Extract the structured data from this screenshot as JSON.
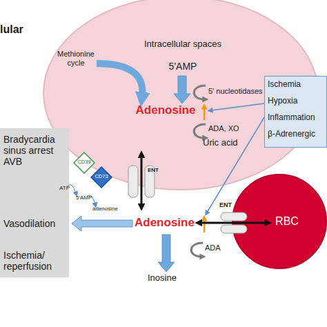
{
  "diagram": {
    "nodes": [
      {
        "text": [
          "Intracellular spaces",
          "Methionine cycle",
          "5'AMP",
          "5' nucleotidases",
          "Adenosine",
          "ADA, XO",
          "Uric acid"
        ]
      },
      {
        "text": [
          "Ischemia",
          "Hypoxia",
          "Inflammation",
          "β-Adrenergic"
        ]
      },
      {
        "text": [
          "Bradycardia sinus arrest AVB",
          "Vasodilation",
          "Ischemia/ reperfusion"
        ]
      },
      {
        "text": [
          "CD39"
        ]
      },
      {
        "text": [
          "CD73"
        ]
      },
      {
        "text": [
          "ENT"
        ]
      },
      {
        "text": [
          "RBC"
        ]
      },
      {
        "text": [
          "ENT"
        ]
      }
    ],
    "labels": [
      "lular",
      "ATP",
      "5'AMP",
      "adenosine",
      "Adenosine",
      "ADA",
      "Inosine"
    ]
  }
}
